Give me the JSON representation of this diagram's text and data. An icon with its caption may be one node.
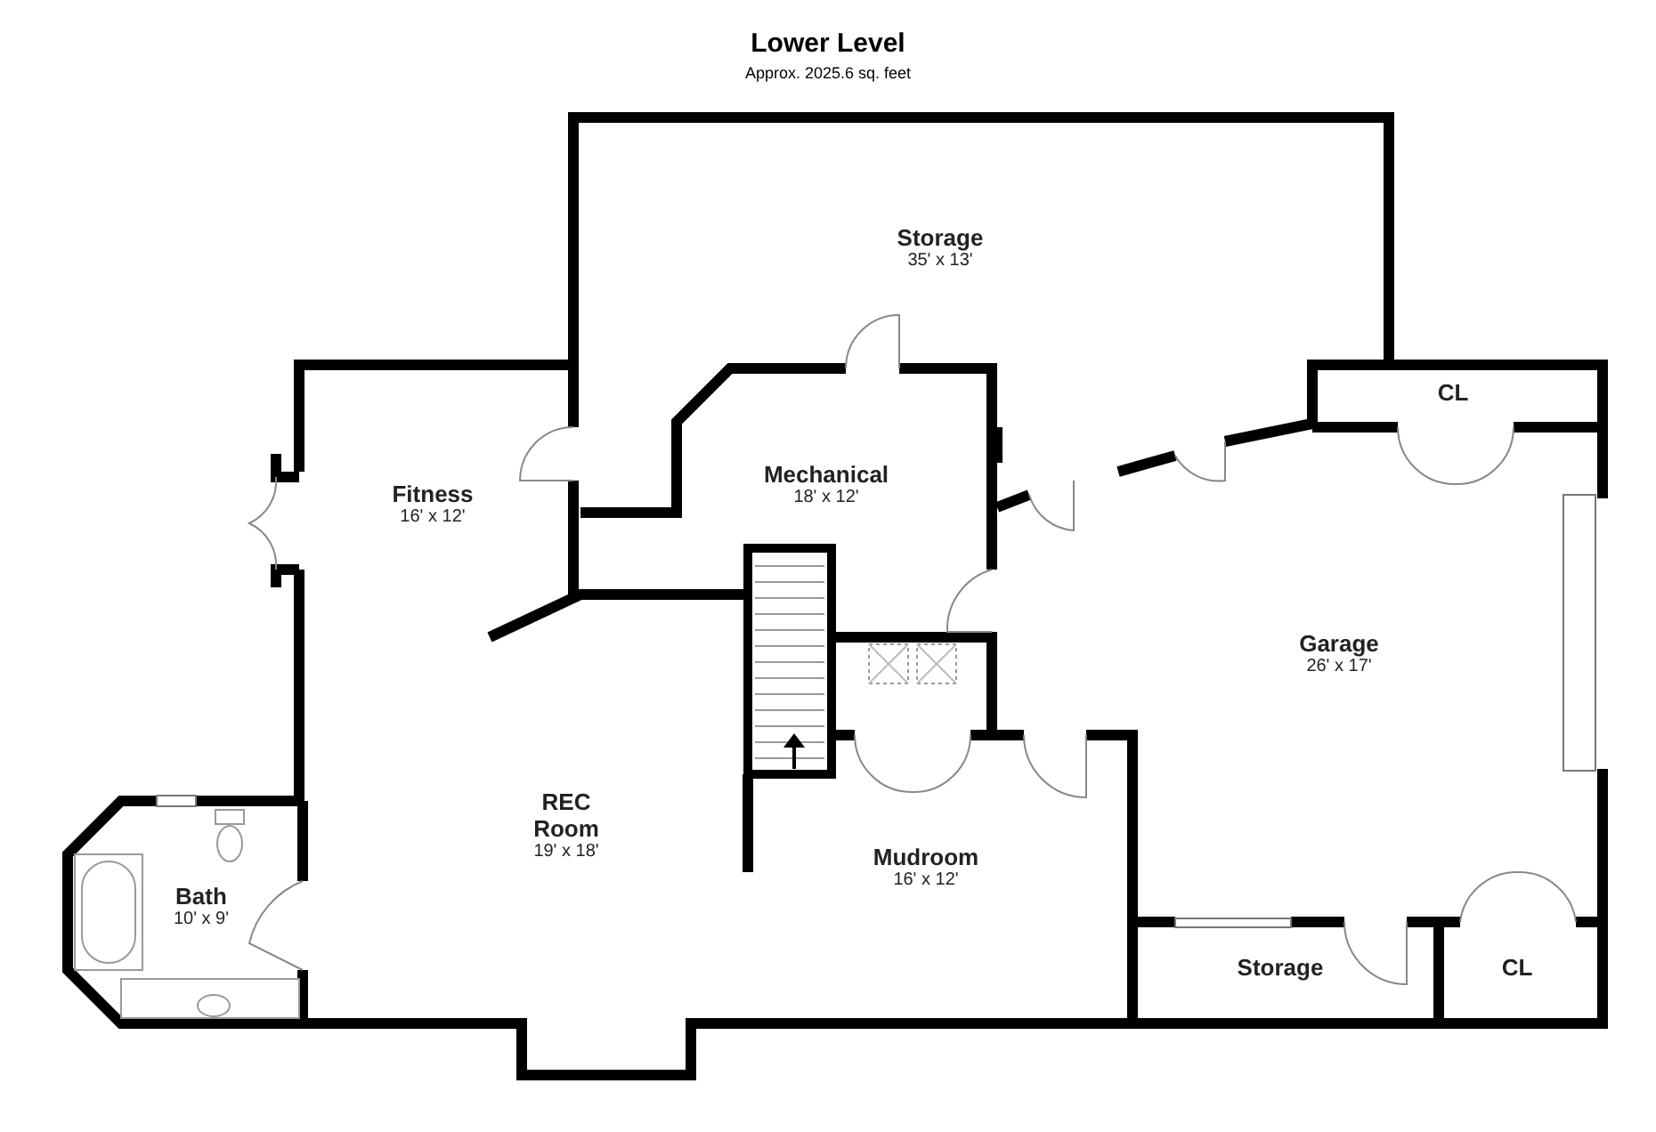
{
  "diagram": {
    "title": "Lower Level",
    "nodes": [
      {
        "text": [
          "Storage",
          "35' x 13'"
        ]
      },
      {
        "text": [
          "Fitness",
          "16' x 12'"
        ]
      },
      {
        "text": [
          "Mechanical",
          "18' x 12'"
        ]
      },
      {
        "text": [
          "CL"
        ]
      },
      {
        "text": [
          "Garage",
          "26' x 17'"
        ]
      },
      {
        "text": [
          "REC Room",
          "19' x 18'"
        ]
      },
      {
        "text": [
          "Bath",
          "10' x 9'"
        ]
      },
      {
        "text": [
          "Mudroom",
          "16' x 12'"
        ]
      },
      {
        "text": [
          "Storage"
        ]
      },
      {
        "text": [
          "CL"
        ]
      }
    ],
    "labels": [
      "Approx. 2025.6 sq. feet"
    ]
  }
}
